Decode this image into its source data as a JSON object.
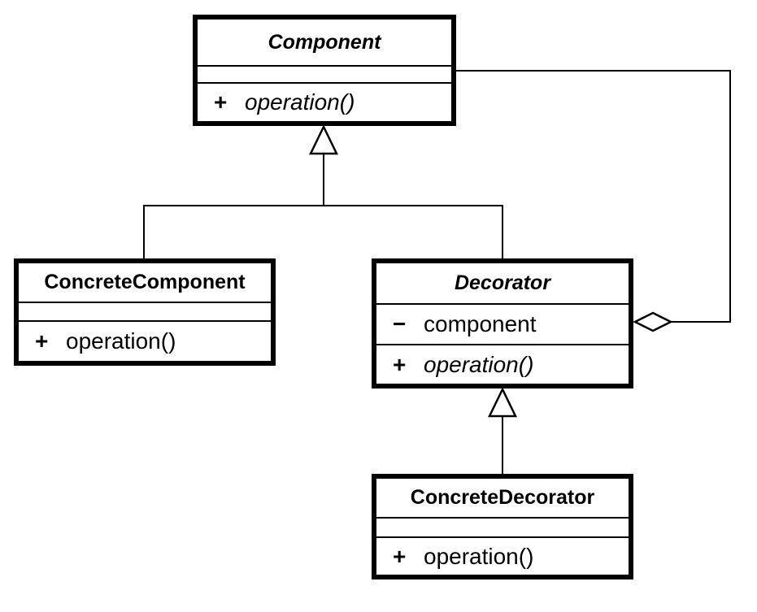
{
  "colors": {
    "background": "#ffffff",
    "line": "#000000",
    "text": "#000000",
    "box_fill": "#ffffff"
  },
  "classes": [
    {
      "name": "Component",
      "abstract": true,
      "attributes": [],
      "methods": [
        {
          "visibility": "+",
          "name": "operation()",
          "abstract": true
        }
      ]
    },
    {
      "name": "ConcreteComponent",
      "abstract": false,
      "attributes": [],
      "methods": [
        {
          "visibility": "+",
          "name": "operation()",
          "abstract": false
        }
      ]
    },
    {
      "name": "Decorator",
      "abstract": true,
      "attributes": [
        {
          "visibility": "−",
          "name": "component"
        }
      ],
      "methods": [
        {
          "visibility": "+",
          "name": "operation()",
          "abstract": true
        }
      ]
    },
    {
      "name": "ConcreteDecorator",
      "abstract": false,
      "attributes": [],
      "methods": [
        {
          "visibility": "+",
          "name": "operation()",
          "abstract": false
        }
      ]
    }
  ],
  "relationships": [
    {
      "type": "generalization",
      "from": "ConcreteComponent",
      "to": "Component"
    },
    {
      "type": "generalization",
      "from": "Decorator",
      "to": "Component"
    },
    {
      "type": "generalization",
      "from": "ConcreteDecorator",
      "to": "Decorator"
    },
    {
      "type": "aggregation",
      "owner": "Decorator",
      "part": "Component"
    }
  ]
}
